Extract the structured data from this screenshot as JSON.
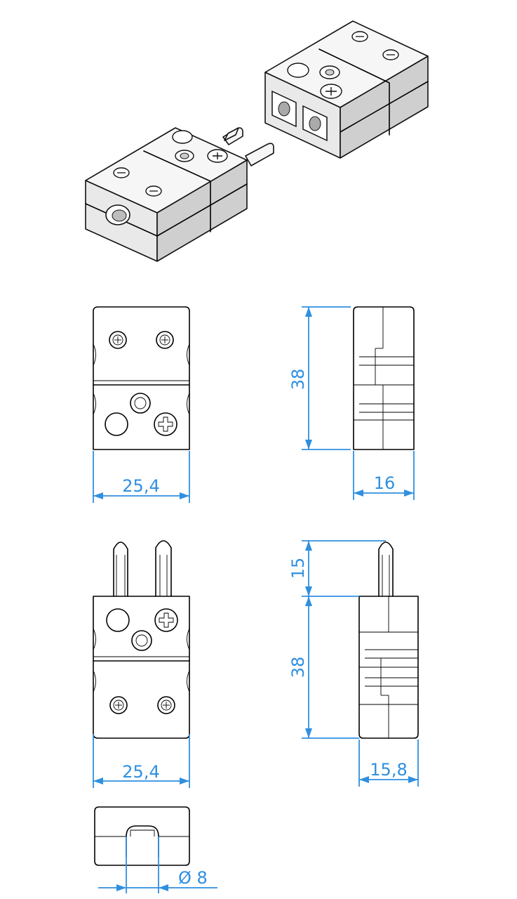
{
  "colors": {
    "dimension": "#2f8fe0",
    "outline": "#000000",
    "body": "#e9e9e9"
  },
  "dimensions": {
    "female_width": "25,4",
    "female_height": "38",
    "female_depth": "16",
    "pin_length": "15",
    "male_height": "38",
    "male_width": "25,4",
    "male_depth": "15,8",
    "cable_hole": "Ø 8"
  }
}
